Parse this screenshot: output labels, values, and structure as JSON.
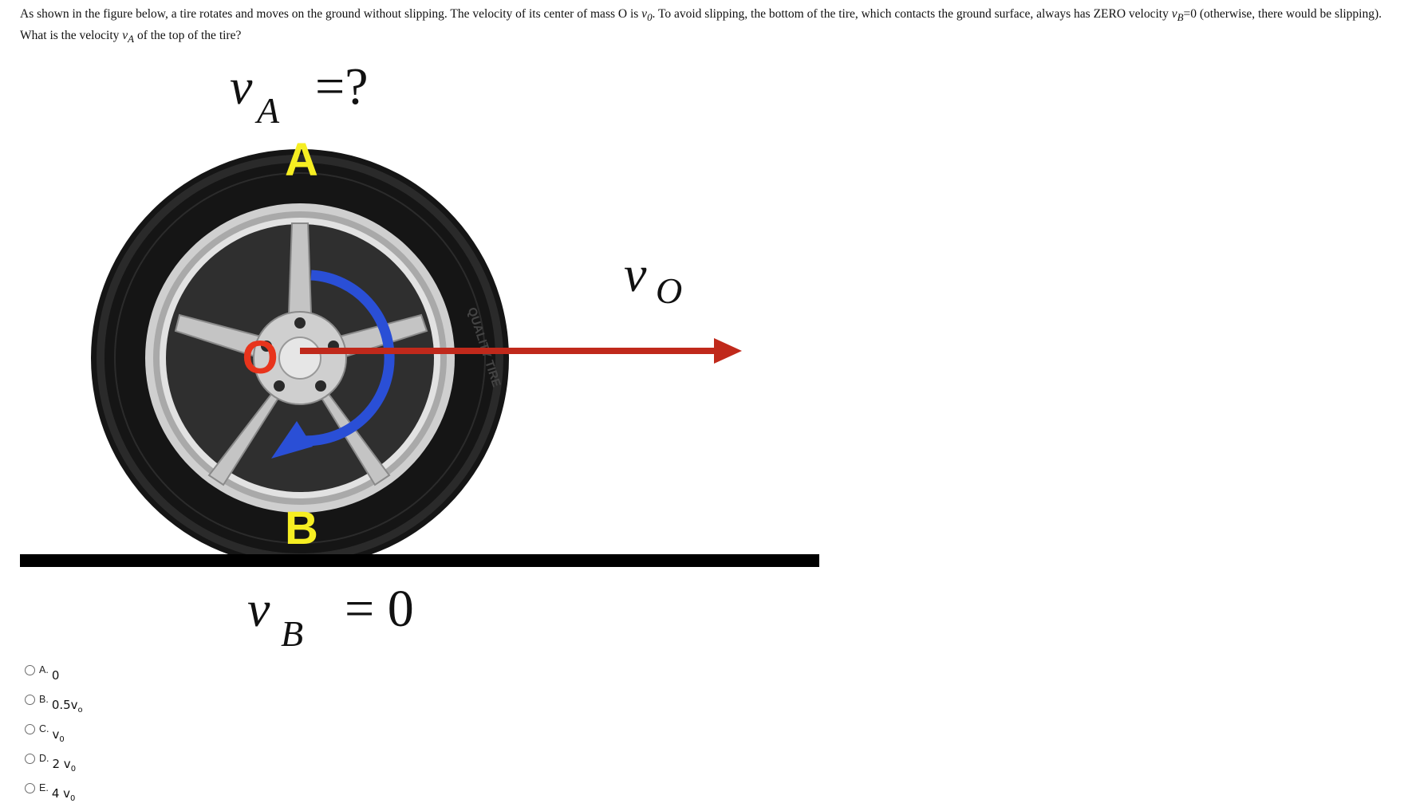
{
  "question": {
    "text_1": "As shown in the figure below, a tire rotates and moves on the ground without slipping. The velocity of its center of mass O is ",
    "v0_sym": "v",
    "v0_sub": "0",
    "text_2": ". To avoid slipping, the bottom of the tire, which contacts the ground surface, always has ZERO velocity ",
    "vb_sym": "v",
    "vb_sub": "B",
    "text_3": "=0 (otherwise, there would be slipping). What is the velocity ",
    "va_sym": "v",
    "va_sub": "A",
    "text_4": " of the top of the tire?"
  },
  "figure": {
    "va_label": "v",
    "va_sub": "A",
    "va_eq": "=?",
    "label_a": "A",
    "label_b": "B",
    "label_o": "O",
    "v0_label": "v",
    "v0_sub": "O",
    "vb_label": "v",
    "vb_sub": "B",
    "vb_eq": "= 0",
    "tire_text": "QUALITY TIRE",
    "colors": {
      "label_yellow": "#f6ee22",
      "arrow_red": "#c0291b",
      "arrow_blue": "#2a4fd6",
      "center_red": "#e8341c",
      "tire": "#1a1a1a",
      "rim": "#b9b9b9"
    }
  },
  "options": [
    {
      "letter": "A.",
      "value": "0",
      "sub": ""
    },
    {
      "letter": "B.",
      "value": "0.5v",
      "sub": "o"
    },
    {
      "letter": "C.",
      "value": "v",
      "sub": "0"
    },
    {
      "letter": "D.",
      "value": "2 v",
      "sub": "0"
    },
    {
      "letter": "E.",
      "value": "4 v",
      "sub": "0"
    }
  ]
}
